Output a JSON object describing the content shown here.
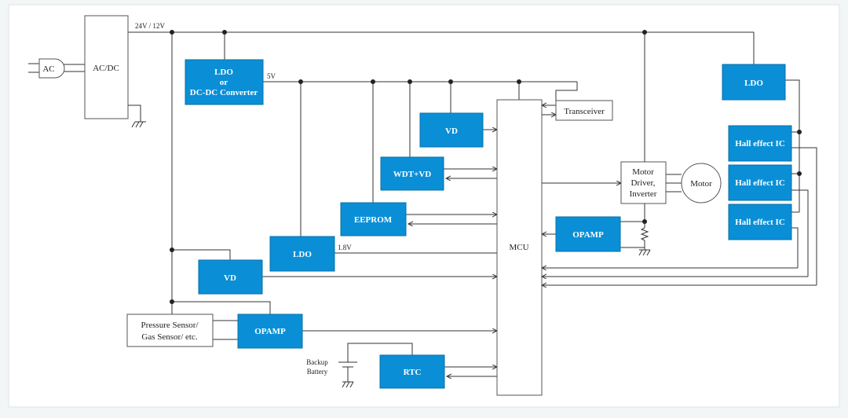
{
  "blocks": {
    "ac": "AC",
    "acdc": "AC/DC",
    "ldo_dcdc": [
      "LDO",
      "or",
      "DC-DC Converter"
    ],
    "ldo_right": "LDO",
    "vd_top": "VD",
    "wdt_vd": "WDT+VD",
    "eeprom": "EEPROM",
    "ldo_mid": "LDO",
    "vd_left": "VD",
    "opamp_sensor": "OPAMP",
    "rtc": "RTC",
    "mcu": "MCU",
    "transceiver": "Transceiver",
    "motor_driver": [
      "Motor",
      "Driver,",
      "Inverter"
    ],
    "motor": "Motor",
    "opamp_motor": "OPAMP",
    "hall_1": "Hall effect IC",
    "hall_2": "Hall effect IC",
    "hall_3": "Hall effect IC",
    "sensor": [
      "Pressure Sensor/",
      "Gas Sensor/ etc."
    ],
    "battery": [
      "Backup",
      "Battery"
    ]
  },
  "labels": {
    "v24_12": "24V / 12V",
    "v5": "5V",
    "v1_8": "1.8V"
  },
  "colors": {
    "block_blue": "#0a8fd6",
    "wire": "#333333",
    "background": "#f3f6f6"
  }
}
